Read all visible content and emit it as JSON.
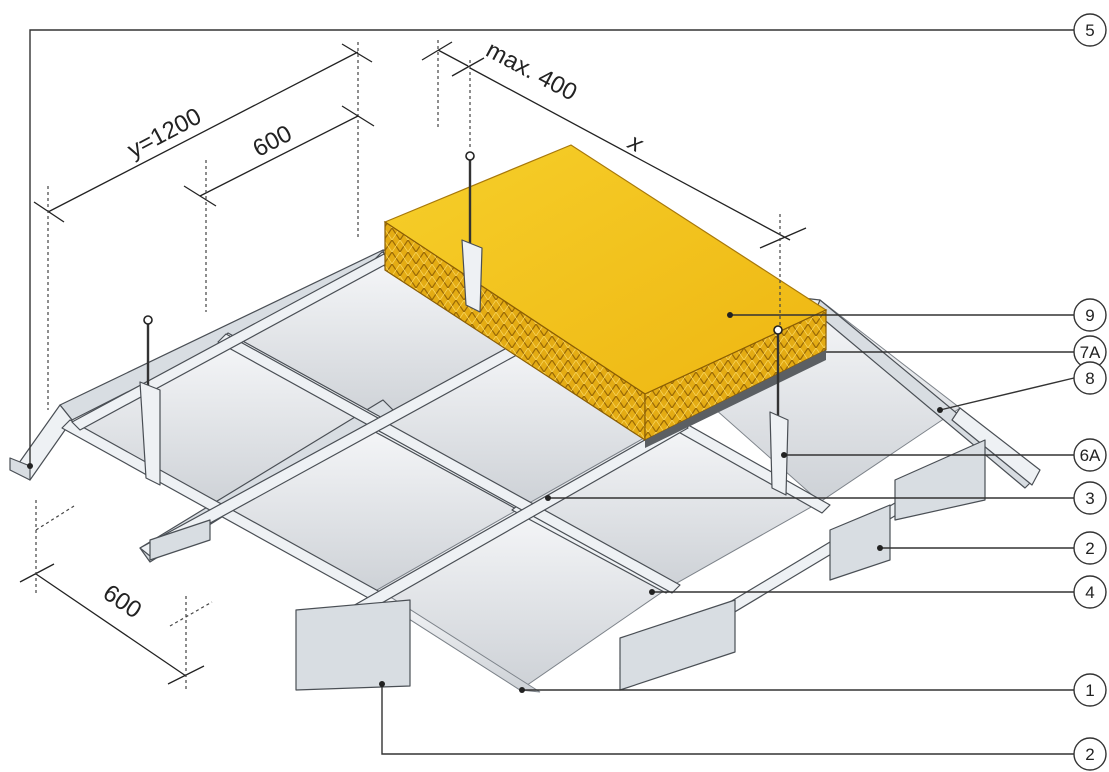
{
  "dimensions": {
    "y_span": "y=1200",
    "span_top": "600",
    "hanger_max": "max. 400",
    "x_span": "x",
    "span_bottom": "600"
  },
  "callouts": [
    {
      "id": "c5",
      "label": "5"
    },
    {
      "id": "c9",
      "label": "9"
    },
    {
      "id": "c7a",
      "label": "7A"
    },
    {
      "id": "c8",
      "label": "8"
    },
    {
      "id": "c6a",
      "label": "6A"
    },
    {
      "id": "c3",
      "label": "3"
    },
    {
      "id": "c2a",
      "label": "2"
    },
    {
      "id": "c4",
      "label": "4"
    },
    {
      "id": "c1",
      "label": "1"
    },
    {
      "id": "c2b",
      "label": "2"
    }
  ],
  "colors": {
    "insulation": "#f2c21b",
    "insulation_side": "#e0a812",
    "panel_light": "#f4f5f7",
    "panel_dark": "#cfd3d8",
    "rail": "#d8dde2"
  }
}
